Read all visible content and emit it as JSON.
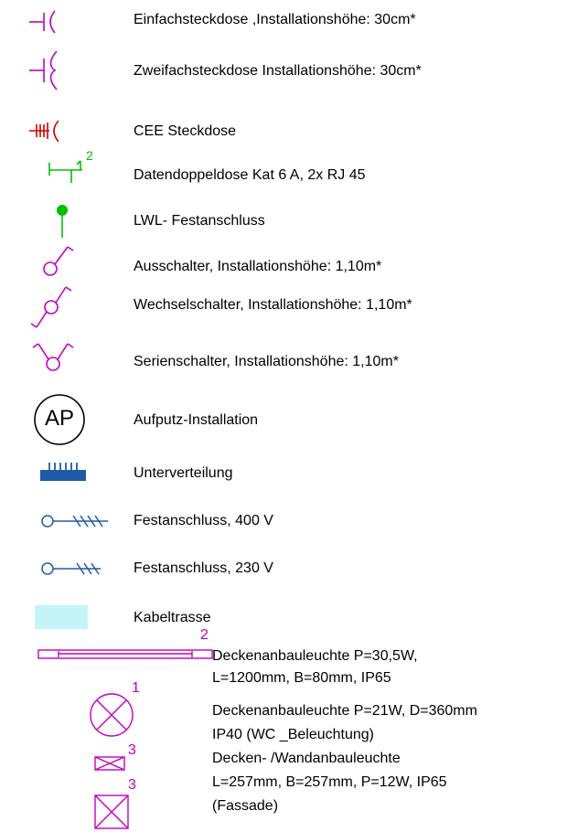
{
  "colors": {
    "magenta": "#c000c0",
    "red": "#d00000",
    "green": "#00c000",
    "black": "#000000",
    "blue": "#1e5aa8",
    "cyan": "#c4f4f8"
  },
  "legend": {
    "items": [
      {
        "icon": "single-socket-icon",
        "label": "Einfachsteckdose ,Installationshöhe: 30cm*"
      },
      {
        "icon": "double-socket-icon",
        "label": "Zweifachsteckdose Installationshöhe: 30cm*"
      },
      {
        "icon": "cee-socket-icon",
        "label": "CEE Steckdose"
      },
      {
        "icon": "data-socket-icon",
        "label": "Datendoppeldose Kat 6 A, 2x RJ 45",
        "badge": "2"
      },
      {
        "icon": "fiber-connection-icon",
        "label": "LWL- Festanschluss"
      },
      {
        "icon": "on-off-switch-icon",
        "label": "Ausschalter, Installationshöhe: 1,10m*"
      },
      {
        "icon": "changeover-switch-icon",
        "label": "Wechselschalter, Installationshöhe: 1,10m*"
      },
      {
        "icon": "series-switch-icon",
        "label": "Serienschalter, Installationshöhe: 1,10m*"
      },
      {
        "icon": "surface-mount-icon",
        "label": "Aufputz-Installation",
        "badge": "AP"
      },
      {
        "icon": "sub-distribution-icon",
        "label": "Unterverteilung"
      },
      {
        "icon": "fixed-connection-400v-icon",
        "label": "Festanschluss, 400 V"
      },
      {
        "icon": "fixed-connection-230v-icon",
        "label": "Festanschluss, 230 V"
      },
      {
        "icon": "cable-tray-icon",
        "label": "Kabeltrasse"
      },
      {
        "icon": "ceiling-light-linear-icon",
        "lines": [
          "Deckenanbauleuchte P=30,5W,",
          "L=1200mm, B=80mm, IP65"
        ],
        "badge": "2"
      },
      {
        "icon": "ceiling-light-round-icon",
        "lines": [
          "Deckenanbauleuchte P=21W, D=360mm",
          "IP40 (WC _Beleuchtung)"
        ],
        "badge": "1"
      },
      {
        "icon": "wall-light-icon",
        "lines": [
          "Decken- /Wandanbauleuchte",
          "L=257mm, B=257mm, P=12W, IP65",
          "(Fassade)"
        ],
        "badges": [
          "3",
          "3"
        ]
      }
    ]
  }
}
